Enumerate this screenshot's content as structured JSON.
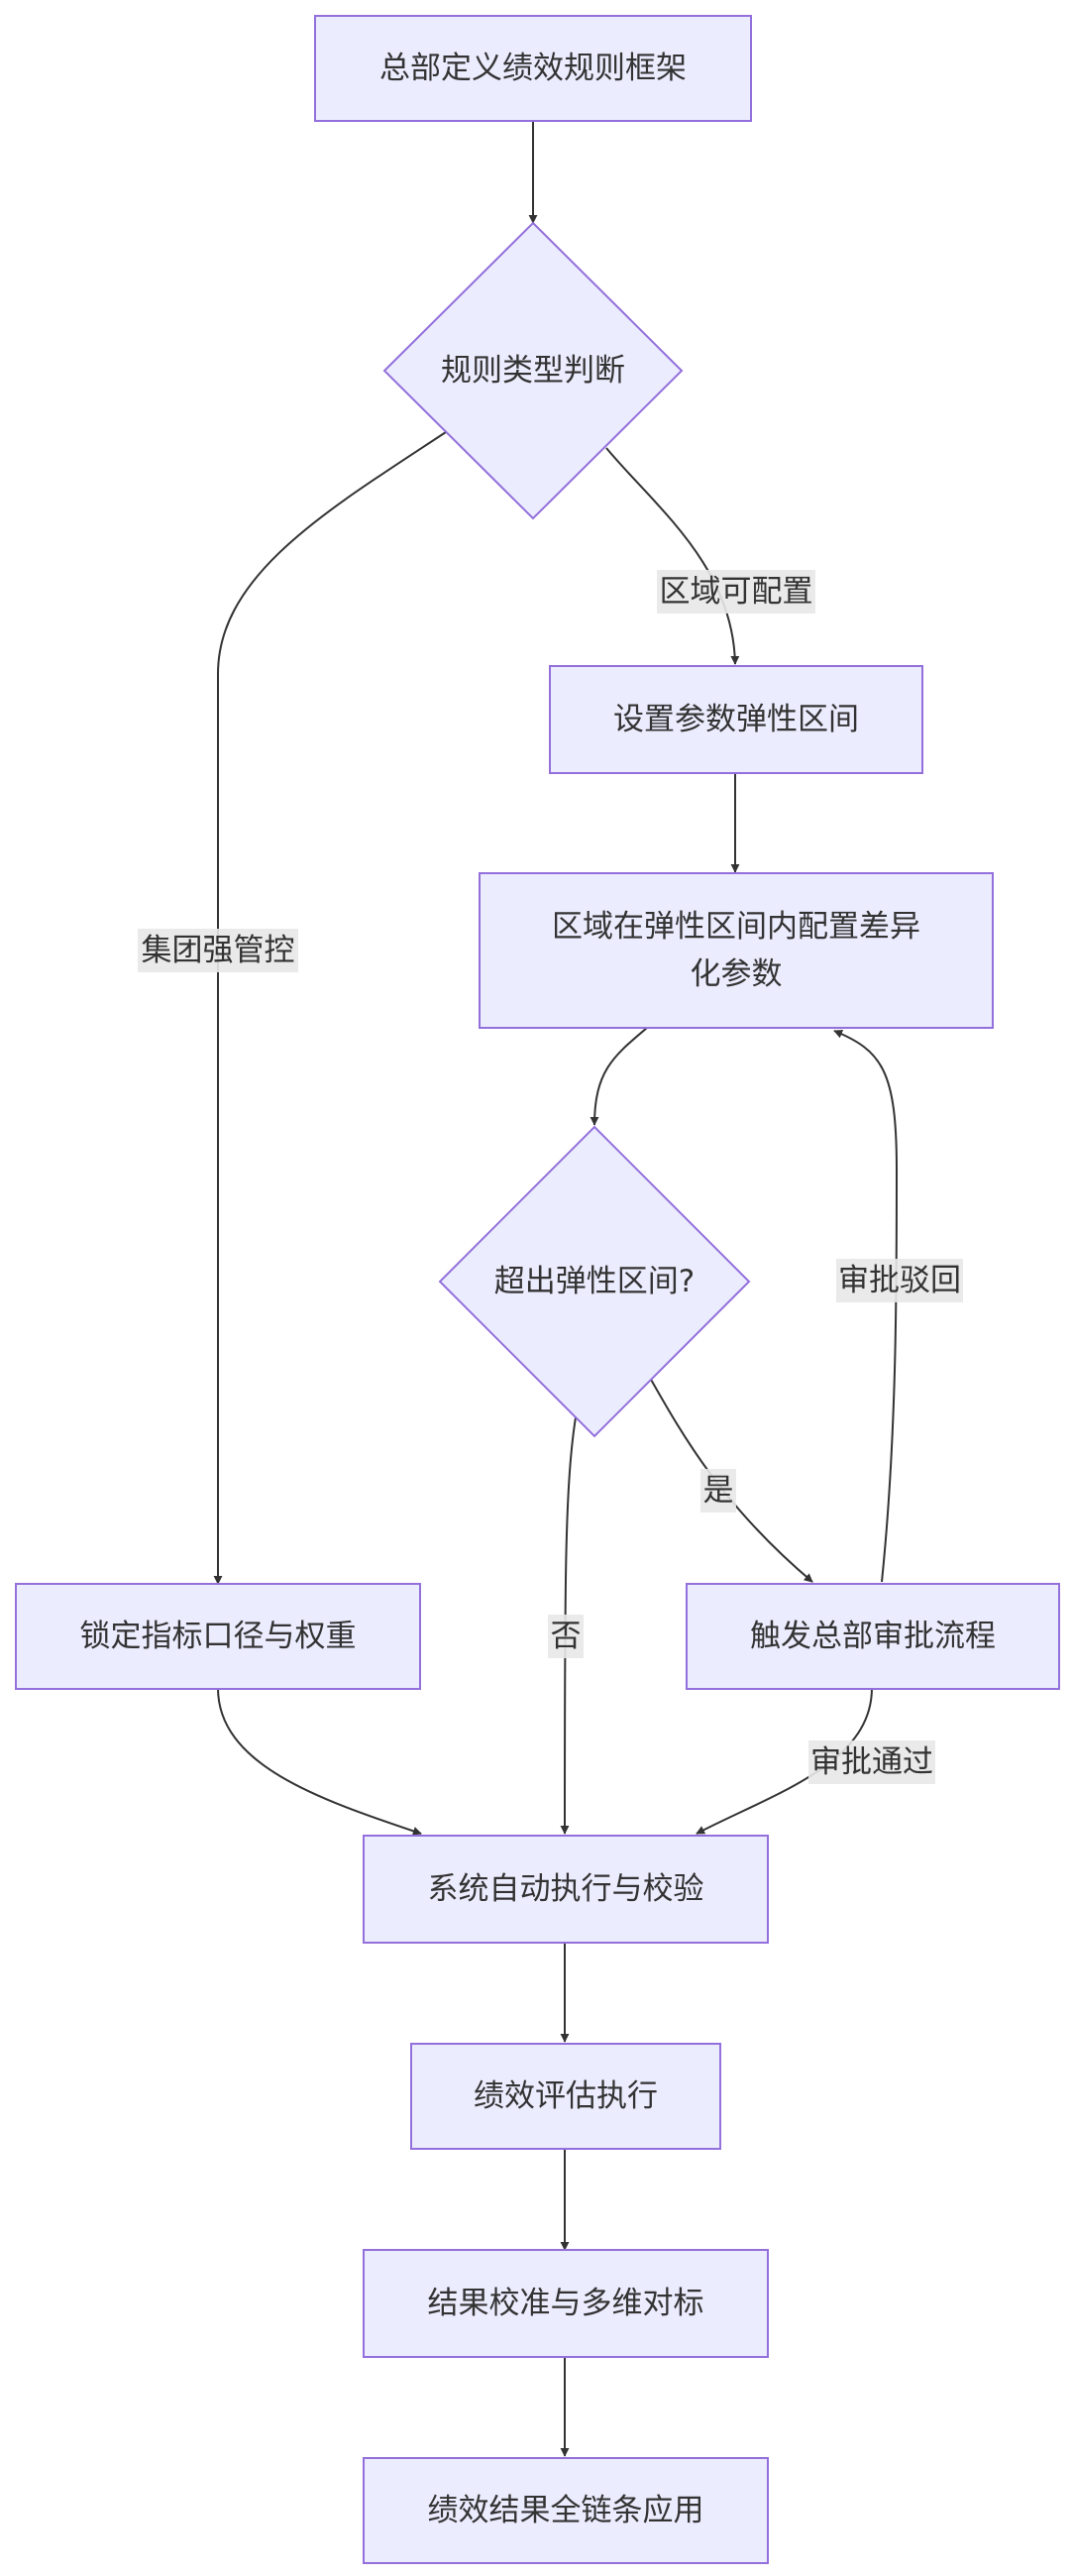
{
  "nodes": {
    "hq_define": "总部定义绩效规则框架",
    "rule_type": "规则类型判断",
    "set_range": "设置参数弹性区间",
    "region_config_line1": "区域在弹性区间内配置差异",
    "region_config_line2": "化参数",
    "exceed_check": "超出弹性区间?",
    "lock_metrics": "锁定指标口径与权重",
    "hq_approval": "触发总部审批流程",
    "auto_exec": "系统自动执行与校验",
    "perf_eval": "绩效评估执行",
    "calibrate": "结果校准与多维对标",
    "apply": "绩效结果全链条应用"
  },
  "edges": {
    "region_configurable": "区域可配置",
    "group_control": "集团强管控",
    "approval_reject": "审批驳回",
    "yes": "是",
    "no": "否",
    "approval_pass": "审批通过"
  },
  "colors": {
    "node_fill": "#ececff",
    "node_stroke": "#9370db",
    "edge": "#333333",
    "label_bg": "#e8e8e8"
  }
}
